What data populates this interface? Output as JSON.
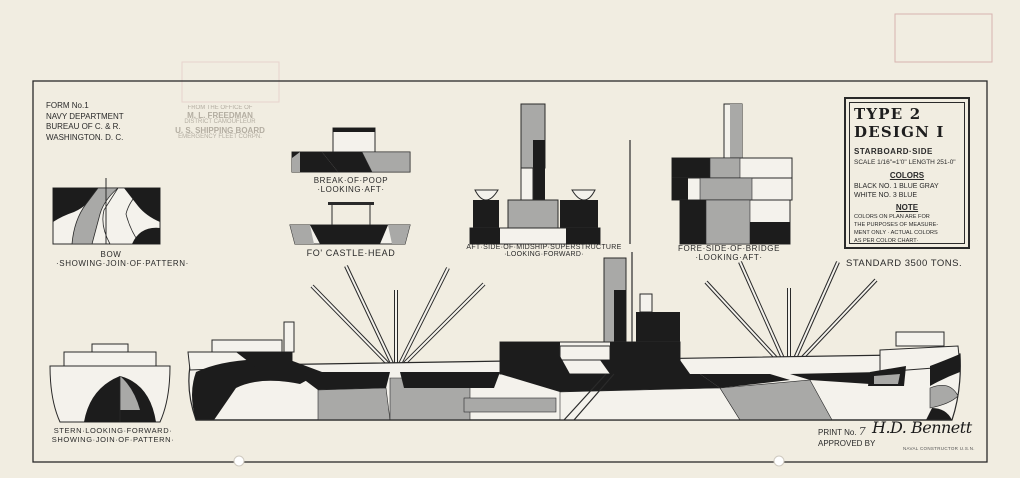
{
  "form_block": {
    "line1": "FORM No.1",
    "line2": "NAVY DEPARTMENT",
    "line3": "BUREAU OF C. & R.",
    "line4": "WASHINGTON. D. C."
  },
  "stamp": {
    "line1": "FROM THE OFFICE OF",
    "line2": "M. L. FREEDMAN",
    "line3": "DISTRICT CAMOUFLEUR",
    "line4": "U. S. SHIPPING BOARD",
    "line5": "EMERGENCY FLEET CORPN."
  },
  "views": {
    "bow": "BOW",
    "bow_sub": "·SHOWING·JOIN·OF·PATTERN·",
    "break_of_poop": "BREAK·OF·POOP",
    "break_of_poop_sub": "·LOOKING·AFT·",
    "focastle_head": "FO' CASTLE·HEAD",
    "aft_side": "AFT·SIDE·OF·MIDSHIP·SUPERSTRUCTURE",
    "aft_side_sub": "·LOOKING·FORWARD·",
    "fore_side": "FORE·SIDE·OF·BRIDGE",
    "fore_side_sub": "·LOOKING·AFT·",
    "stern": "STERN·LOOKING·FORWARD·",
    "stern_sub": "SHOWING·JOIN·OF·PATTERN·"
  },
  "title_block": {
    "type": "TYPE 2",
    "design": "DESIGN I",
    "side": "STARBOARD·SIDE",
    "scale_label": "SCALE",
    "scale_value": "1/16\"=1'0\"",
    "length_label": "LENGTH",
    "length_value": "251-0\"",
    "colors_heading": "COLORS",
    "color_black": "BLACK   NO. 1  BLUE GRAY",
    "color_white": "WHITE   NO. 3  BLUE",
    "note_heading": "NOTE",
    "note_line1": "COLORS ON PLAN ARE FOR",
    "note_line2": "THE PURPOSES OF MEASURE-",
    "note_line3": "MENT ONLY · ACTUAL COLORS",
    "note_line4": "AS PER COLOR CHART·"
  },
  "tonnage": "STANDARD 3500 TONS.",
  "print_label": "PRINT No.",
  "print_number": "7",
  "approved_label": "APPROVED BY",
  "signature": "H.D. Bennett",
  "signature_title": "NAVAL CONSTRUCTOR U.S.N.",
  "colors": {
    "paper": "#f1ede1",
    "black": "#1c1c1c",
    "gray": "#a9a9a7",
    "white": "#f4f2ec",
    "line": "#2a2a2a"
  }
}
